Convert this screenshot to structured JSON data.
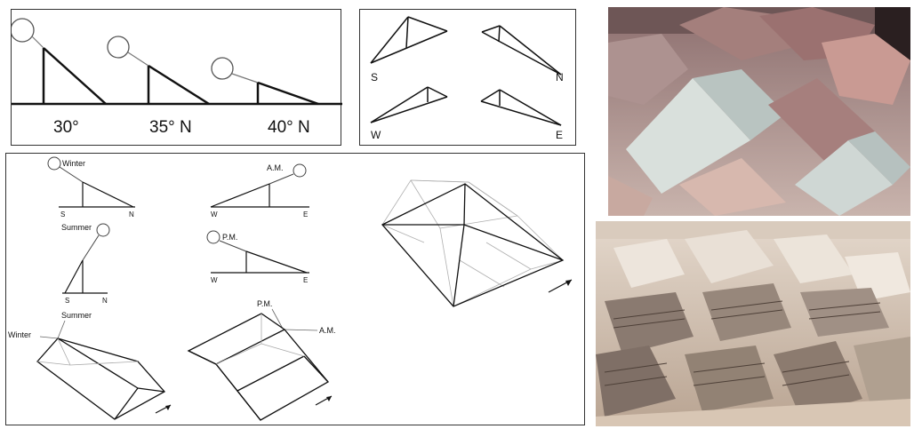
{
  "latitude_panel": {
    "labels": [
      "30°",
      "35° N",
      "40° N"
    ]
  },
  "orientation_panel": {
    "labels": [
      "S",
      "N",
      "W",
      "E"
    ]
  },
  "season_panel": {
    "winter": "Winter",
    "summer": "Summer",
    "s": "S",
    "n": "N",
    "am": "A.M.",
    "pm": "P.M.",
    "w": "W",
    "e": "E"
  },
  "colors": {
    "line": "#111111",
    "light_line": "#9a9a9a",
    "photo1_bg": "#b8a6a0",
    "photo2_bg": "#c9b7a8"
  }
}
